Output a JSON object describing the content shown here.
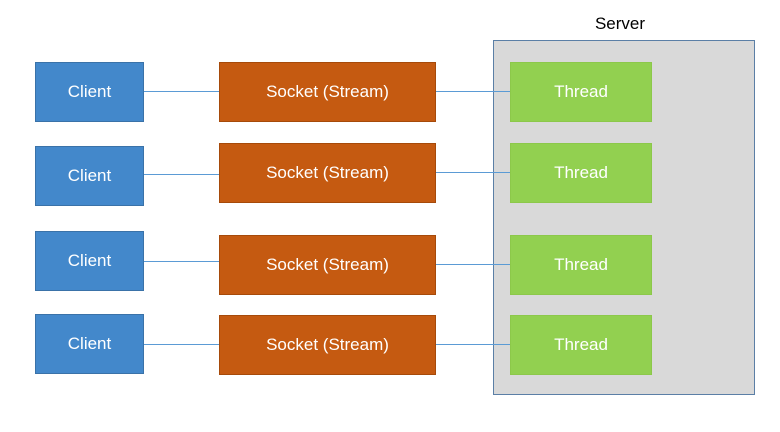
{
  "server": {
    "label": "Server",
    "fill": "#d9d9d9",
    "border": "#5b7fa6"
  },
  "colors": {
    "client": "#4388cb",
    "socket": "#c55a11",
    "thread": "#92d050",
    "connector": "#5b9bd5"
  },
  "rows": [
    {
      "client": "Client",
      "socket": "Socket (Stream)",
      "thread": "Thread"
    },
    {
      "client": "Client",
      "socket": "Socket (Stream)",
      "thread": "Thread"
    },
    {
      "client": "Client",
      "socket": "Socket (Stream)",
      "thread": "Thread"
    },
    {
      "client": "Client",
      "socket": "Socket (Stream)",
      "thread": "Thread"
    }
  ]
}
